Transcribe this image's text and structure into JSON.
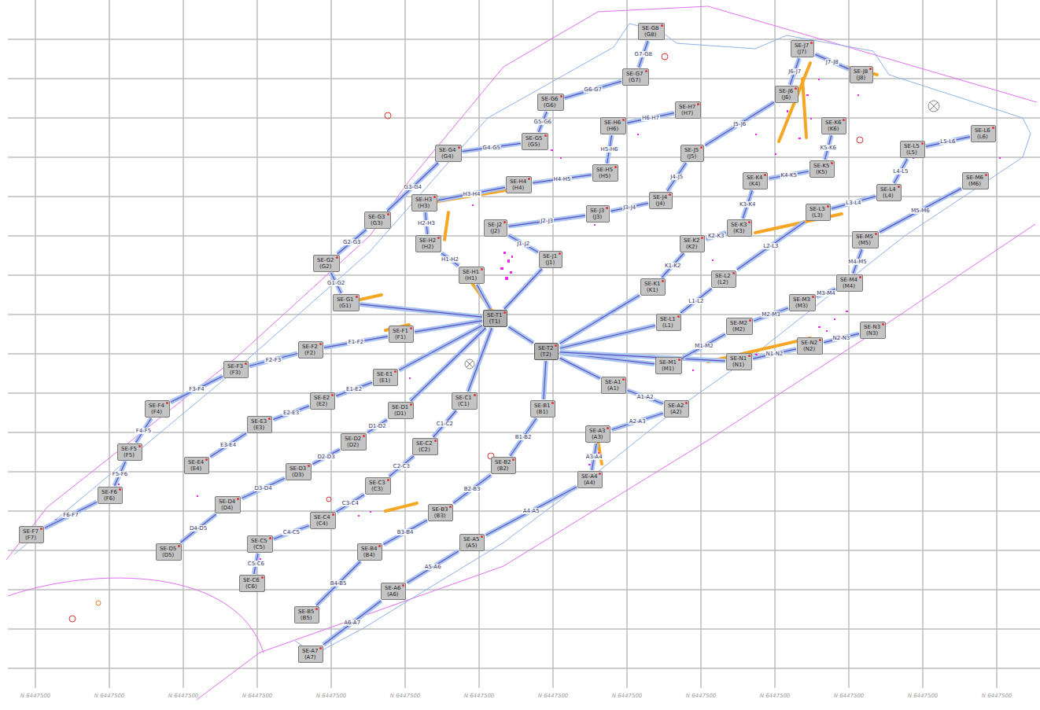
{
  "diagram": {
    "nodes": [
      {
        "text": [
          "SE-T1",
          "(T1)"
        ]
      },
      {
        "text": [
          "SE-T2",
          "(T2)"
        ]
      },
      {
        "text": [
          "SE-A1",
          "(A1)"
        ]
      },
      {
        "text": [
          "SE-A2",
          "(A2)"
        ]
      },
      {
        "text": [
          "SE-A3",
          "(A3)"
        ]
      },
      {
        "text": [
          "SE-A4",
          "(A4)"
        ]
      },
      {
        "text": [
          "SE-A5",
          "(A5)"
        ]
      },
      {
        "text": [
          "SE-A6",
          "(A6)"
        ]
      },
      {
        "text": [
          "SE-A7",
          "(A7)"
        ]
      },
      {
        "text": [
          "SE-B1",
          "(B1)"
        ]
      },
      {
        "text": [
          "SE-B2",
          "(B2)"
        ]
      },
      {
        "text": [
          "SE-B3",
          "(B3)"
        ]
      },
      {
        "text": [
          "SE-B4",
          "(B4)"
        ]
      },
      {
        "text": [
          "SE-B5",
          "(B5)"
        ]
      },
      {
        "text": [
          "SE-C1",
          "(C1)"
        ]
      },
      {
        "text": [
          "SE-C2",
          "(C2)"
        ]
      },
      {
        "text": [
          "SE-C3",
          "(C3)"
        ]
      },
      {
        "text": [
          "SE-C4",
          "(C4)"
        ]
      },
      {
        "text": [
          "SE-C5",
          "(C5)"
        ]
      },
      {
        "text": [
          "SE-C6",
          "(C6)"
        ]
      },
      {
        "text": [
          "SE-D1",
          "(D1)"
        ]
      },
      {
        "text": [
          "SE-D2",
          "(D2)"
        ]
      },
      {
        "text": [
          "SE-D3",
          "(D3)"
        ]
      },
      {
        "text": [
          "SE-D4",
          "(D4)"
        ]
      },
      {
        "text": [
          "SE-D5",
          "(D5)"
        ]
      },
      {
        "text": [
          "SE-E1",
          "(E1)"
        ]
      },
      {
        "text": [
          "SE-E2",
          "(E2)"
        ]
      },
      {
        "text": [
          "SE-E3",
          "(E3)"
        ]
      },
      {
        "text": [
          "SE-E4",
          "(E4)"
        ]
      },
      {
        "text": [
          "SE-F1",
          "(F1)"
        ]
      },
      {
        "text": [
          "SE-F2",
          "(F2)"
        ]
      },
      {
        "text": [
          "SE-F3",
          "(F3)"
        ]
      },
      {
        "text": [
          "SE-F4",
          "(F4)"
        ]
      },
      {
        "text": [
          "SE-F5",
          "(F5)"
        ]
      },
      {
        "text": [
          "SE-F6",
          "(F6)"
        ]
      },
      {
        "text": [
          "SE-F7",
          "(F7)"
        ]
      },
      {
        "text": [
          "SE-G1",
          "(G1)"
        ]
      },
      {
        "text": [
          "SE-G2",
          "(G2)"
        ]
      },
      {
        "text": [
          "SE-G3",
          "(G3)"
        ]
      },
      {
        "text": [
          "SE-G4",
          "(G4)"
        ]
      },
      {
        "text": [
          "SE-G5",
          "(G5)"
        ]
      },
      {
        "text": [
          "SE-G6",
          "(G6)"
        ]
      },
      {
        "text": [
          "SE-G7",
          "(G7)"
        ]
      },
      {
        "text": [
          "SE-G8",
          "(G8)"
        ]
      },
      {
        "text": [
          "SE-H1",
          "(H1)"
        ]
      },
      {
        "text": [
          "SE-H2",
          "(H2)"
        ]
      },
      {
        "text": [
          "SE-H3",
          "(H3)"
        ]
      },
      {
        "text": [
          "SE-H4",
          "(H4)"
        ]
      },
      {
        "text": [
          "SE-H5",
          "(H5)"
        ]
      },
      {
        "text": [
          "SE-H6",
          "(H6)"
        ]
      },
      {
        "text": [
          "SE-H7",
          "(H7)"
        ]
      },
      {
        "text": [
          "SE-J1",
          "(J1)"
        ]
      },
      {
        "text": [
          "SE-J2",
          "(J2)"
        ]
      },
      {
        "text": [
          "SE-J3",
          "(J3)"
        ]
      },
      {
        "text": [
          "SE-J4",
          "(J4)"
        ]
      },
      {
        "text": [
          "SE-J5",
          "(J5)"
        ]
      },
      {
        "text": [
          "SE-J6",
          "(J6)"
        ]
      },
      {
        "text": [
          "SE-J7",
          "(J7)"
        ]
      },
      {
        "text": [
          "SE-J8",
          "(J8)"
        ]
      },
      {
        "text": [
          "SE-K1",
          "(K1)"
        ]
      },
      {
        "text": [
          "SE-K2",
          "(K2)"
        ]
      },
      {
        "text": [
          "SE-K3",
          "(K3)"
        ]
      },
      {
        "text": [
          "SE-K4",
          "(K4)"
        ]
      },
      {
        "text": [
          "SE-K5",
          "(K5)"
        ]
      },
      {
        "text": [
          "SE-K6",
          "(K6)"
        ]
      },
      {
        "text": [
          "SE-L1",
          "(L1)"
        ]
      },
      {
        "text": [
          "SE-L2",
          "(L2)"
        ]
      },
      {
        "text": [
          "SE-L3",
          "(L3)"
        ]
      },
      {
        "text": [
          "SE-L4",
          "(L4)"
        ]
      },
      {
        "text": [
          "SE-L5",
          "(L5)"
        ]
      },
      {
        "text": [
          "SE-L6",
          "(L6)"
        ]
      },
      {
        "text": [
          "SE-M1",
          "(M1)"
        ]
      },
      {
        "text": [
          "SE-M2",
          "(M2)"
        ]
      },
      {
        "text": [
          "SE-M3",
          "(M3)"
        ]
      },
      {
        "text": [
          "SE-M4",
          "(M4)"
        ]
      },
      {
        "text": [
          "SE-M5",
          "(M5)"
        ]
      },
      {
        "text": [
          "SE-M6",
          "(M6)"
        ]
      },
      {
        "text": [
          "SE-N1",
          "(N1)"
        ]
      },
      {
        "text": [
          "SE-N2",
          "(N2)"
        ]
      },
      {
        "text": [
          "SE-N3",
          "(N3)"
        ]
      }
    ],
    "edges": [
      {
        "from": 0,
        "to": 1,
        "arrow": "none"
      },
      {
        "from": 1,
        "to": 2,
        "arrow": "none"
      },
      {
        "from": 1,
        "to": 9,
        "arrow": "none"
      },
      {
        "from": 1,
        "to": 59,
        "arrow": "none"
      },
      {
        "from": 1,
        "to": 65,
        "arrow": "none"
      },
      {
        "from": 1,
        "to": 71,
        "arrow": "none"
      },
      {
        "from": 1,
        "to": 77,
        "arrow": "none"
      },
      {
        "from": 0,
        "to": 14,
        "arrow": "none"
      },
      {
        "from": 0,
        "to": 20,
        "arrow": "none"
      },
      {
        "from": 0,
        "to": 25,
        "arrow": "none"
      },
      {
        "from": 0,
        "to": 29,
        "arrow": "none"
      },
      {
        "from": 0,
        "to": 36,
        "arrow": "none"
      },
      {
        "from": 0,
        "to": 44,
        "arrow": "none"
      },
      {
        "from": 0,
        "to": 51,
        "arrow": "none"
      },
      {
        "from": 2,
        "to": 3,
        "label": "A1-A2",
        "arrow": "none"
      },
      {
        "from": 3,
        "to": 4,
        "label": "A2-A3",
        "arrow": "none"
      },
      {
        "from": 4,
        "to": 5,
        "label": "A3-A4",
        "arrow": "none"
      },
      {
        "from": 5,
        "to": 6,
        "label": "A4-A5",
        "arrow": "none"
      },
      {
        "from": 6,
        "to": 7,
        "label": "A5-A6",
        "arrow": "none"
      },
      {
        "from": 7,
        "to": 8,
        "label": "A6-A7",
        "arrow": "none"
      },
      {
        "from": 9,
        "to": 10,
        "label": "B1-B2",
        "arrow": "none"
      },
      {
        "from": 10,
        "to": 11,
        "label": "B2-B3",
        "arrow": "none"
      },
      {
        "from": 11,
        "to": 12,
        "label": "B3-B4",
        "arrow": "none"
      },
      {
        "from": 12,
        "to": 13,
        "label": "B4-B5",
        "arrow": "none"
      },
      {
        "from": 14,
        "to": 15,
        "label": "C1-C2",
        "arrow": "none"
      },
      {
        "from": 15,
        "to": 16,
        "label": "C2-C3",
        "arrow": "none"
      },
      {
        "from": 16,
        "to": 17,
        "label": "C3-C4",
        "arrow": "none"
      },
      {
        "from": 17,
        "to": 18,
        "label": "C4-C5",
        "arrow": "none"
      },
      {
        "from": 18,
        "to": 19,
        "label": "C5-C6",
        "arrow": "none"
      },
      {
        "from": 20,
        "to": 21,
        "label": "D1-D2",
        "arrow": "none"
      },
      {
        "from": 21,
        "to": 22,
        "label": "D2-D3",
        "arrow": "none"
      },
      {
        "from": 22,
        "to": 23,
        "label": "D3-D4",
        "arrow": "none"
      },
      {
        "from": 23,
        "to": 24,
        "label": "D4-D5",
        "arrow": "none"
      },
      {
        "from": 25,
        "to": 26,
        "label": "E1-E2",
        "arrow": "none"
      },
      {
        "from": 26,
        "to": 27,
        "label": "E2-E3",
        "arrow": "none"
      },
      {
        "from": 27,
        "to": 28,
        "label": "E3-E4",
        "arrow": "none"
      },
      {
        "from": 29,
        "to": 30,
        "label": "F1-F2",
        "arrow": "none"
      },
      {
        "from": 30,
        "to": 31,
        "label": "F2-F3",
        "arrow": "none"
      },
      {
        "from": 31,
        "to": 32,
        "label": "F3-F4",
        "arrow": "none"
      },
      {
        "from": 32,
        "to": 33,
        "label": "F4-F5",
        "arrow": "none"
      },
      {
        "from": 33,
        "to": 34,
        "label": "F5-F6",
        "arrow": "none"
      },
      {
        "from": 34,
        "to": 35,
        "label": "F6-F7",
        "arrow": "none"
      },
      {
        "from": 36,
        "to": 37,
        "label": "G1-G2",
        "arrow": "none"
      },
      {
        "from": 37,
        "to": 38,
        "label": "G2-G3",
        "arrow": "none"
      },
      {
        "from": 38,
        "to": 39,
        "label": "G3-G4",
        "arrow": "none"
      },
      {
        "from": 39,
        "to": 40,
        "label": "G4-G5",
        "arrow": "none"
      },
      {
        "from": 40,
        "to": 41,
        "label": "G5-G6",
        "arrow": "none"
      },
      {
        "from": 41,
        "to": 42,
        "label": "G6-G7",
        "arrow": "none"
      },
      {
        "from": 42,
        "to": 43,
        "label": "G7-G8",
        "arrow": "none"
      },
      {
        "from": 44,
        "to": 45,
        "label": "H1-H2",
        "arrow": "none"
      },
      {
        "from": 45,
        "to": 46,
        "label": "H2-H3",
        "arrow": "none"
      },
      {
        "from": 46,
        "to": 47,
        "label": "H3-H4",
        "arrow": "none"
      },
      {
        "from": 47,
        "to": 48,
        "label": "H4-H5",
        "arrow": "none"
      },
      {
        "from": 48,
        "to": 49,
        "label": "H5-H6",
        "arrow": "none"
      },
      {
        "from": 49,
        "to": 50,
        "label": "H6-H7",
        "arrow": "none"
      },
      {
        "from": 51,
        "to": 52,
        "label": "J1-J2",
        "arrow": "none"
      },
      {
        "from": 52,
        "to": 53,
        "label": "J2-J3",
        "arrow": "none"
      },
      {
        "from": 53,
        "to": 54,
        "label": "J3-J4",
        "arrow": "none"
      },
      {
        "from": 54,
        "to": 55,
        "label": "J4-J5",
        "arrow": "none"
      },
      {
        "from": 55,
        "to": 56,
        "label": "J5-J6",
        "arrow": "none"
      },
      {
        "from": 56,
        "to": 57,
        "label": "J6-J7",
        "arrow": "none"
      },
      {
        "from": 57,
        "to": 58,
        "label": "J7-J8",
        "arrow": "none"
      },
      {
        "from": 59,
        "to": 60,
        "label": "K1-K2",
        "arrow": "none"
      },
      {
        "from": 60,
        "to": 61,
        "label": "K2-K3",
        "arrow": "none"
      },
      {
        "from": 61,
        "to": 62,
        "label": "K3-K4",
        "arrow": "none"
      },
      {
        "from": 62,
        "to": 63,
        "label": "K4-K5",
        "arrow": "none"
      },
      {
        "from": 63,
        "to": 64,
        "label": "K5-K6",
        "arrow": "none"
      },
      {
        "from": 65,
        "to": 66,
        "label": "L1-L2",
        "arrow": "none"
      },
      {
        "from": 66,
        "to": 67,
        "label": "L2-L3",
        "arrow": "none"
      },
      {
        "from": 67,
        "to": 68,
        "label": "L3-L4",
        "arrow": "none"
      },
      {
        "from": 68,
        "to": 69,
        "label": "L4-L5",
        "arrow": "none"
      },
      {
        "from": 69,
        "to": 70,
        "label": "L5-L6",
        "arrow": "none"
      },
      {
        "from": 71,
        "to": 72,
        "label": "M1-M2",
        "arrow": "none"
      },
      {
        "from": 72,
        "to": 73,
        "label": "M2-M3",
        "arrow": "none"
      },
      {
        "from": 73,
        "to": 74,
        "label": "M3-M4",
        "arrow": "none"
      },
      {
        "from": 74,
        "to": 75,
        "label": "M4-M5",
        "arrow": "none"
      },
      {
        "from": 75,
        "to": 76,
        "label": "M5-M6",
        "arrow": "none"
      },
      {
        "from": 77,
        "to": 78,
        "label": "N1-N2",
        "arrow": "none"
      },
      {
        "from": 78,
        "to": 79,
        "label": "N2-N3",
        "arrow": "none"
      }
    ],
    "labels": [
      "N 6447500",
      "N 6447500",
      "N 6447500",
      "N 6447500",
      "N 6447500",
      "N 6447500",
      "N 6447500",
      "N 6447500",
      "N 6447500",
      "N 6447500",
      "N 6447500",
      "N 6447500",
      "N 6447500",
      "N 6447500"
    ]
  }
}
